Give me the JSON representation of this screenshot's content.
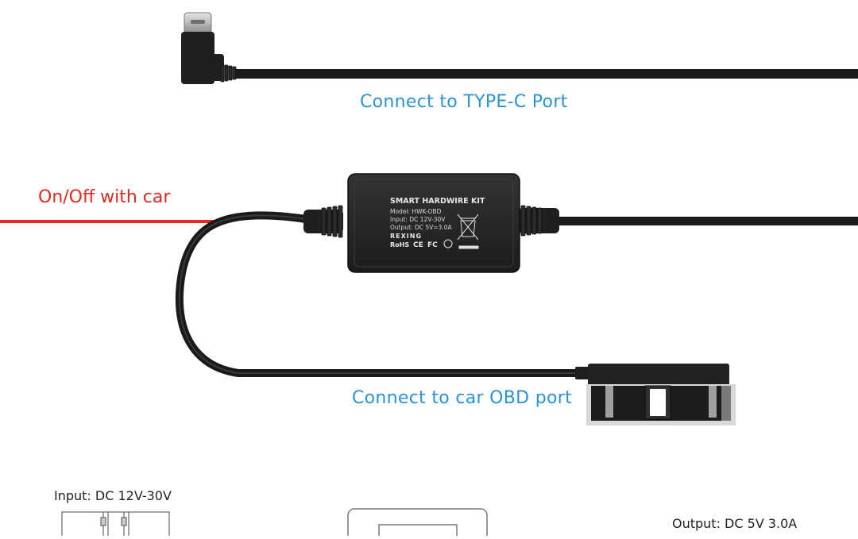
{
  "labels": {
    "typec": "Connect to TYPE-C Port",
    "onoff": "On/Off with car",
    "obd": "Connect to car OBD port",
    "input": "Input: DC 12V-30V",
    "output": "Output: DC 5V 3.0A"
  },
  "box": {
    "title": "SMART HARDWIRE KIT",
    "model": "Model: HWK-OBD",
    "input": "Input: DC 12V-30V",
    "output": "Output: DC 5V=3.0A",
    "brand": "REXING",
    "cert_rohs": "RoHS",
    "cert_ce": "CE",
    "cert_fc": "FC"
  },
  "colors": {
    "label_blue": "#2a93d6",
    "wire_red": "#e02a22",
    "cable_black": "#1a1a1a",
    "box_body": "#232323"
  },
  "icons": [
    "usb-type-c-connector",
    "weee-bin-icon",
    "obd-connector"
  ]
}
